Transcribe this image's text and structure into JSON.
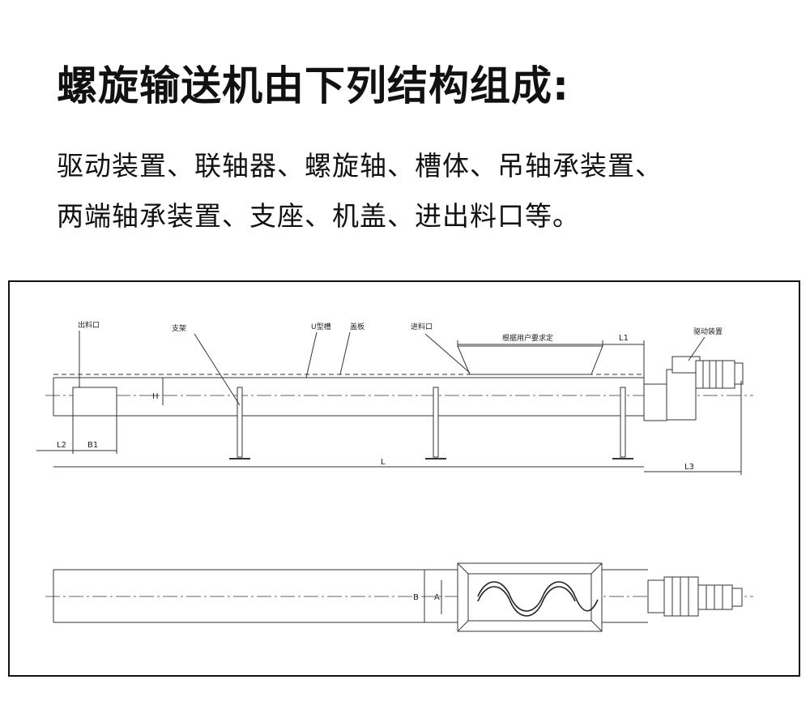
{
  "header": {
    "title": "螺旋输送机由下列结构组成:",
    "desc_line1": "驱动装置、联轴器、螺旋轴、槽体、吊轴承装置、",
    "desc_line2": "两端轴承装置、支座、机盖、进出料口等。"
  },
  "diagram": {
    "labels": {
      "outlet": "出料口",
      "support": "支架",
      "u_trough": "U型槽",
      "cover": "盖板",
      "inlet": "进料口",
      "per_user": "根据用户要求定",
      "drive": "驱动装置"
    },
    "dims": {
      "l1": "L1",
      "l2": "L2",
      "l3": "L3",
      "b1": "B1",
      "l": "L",
      "h": "H",
      "a": "A",
      "b": "B"
    }
  }
}
